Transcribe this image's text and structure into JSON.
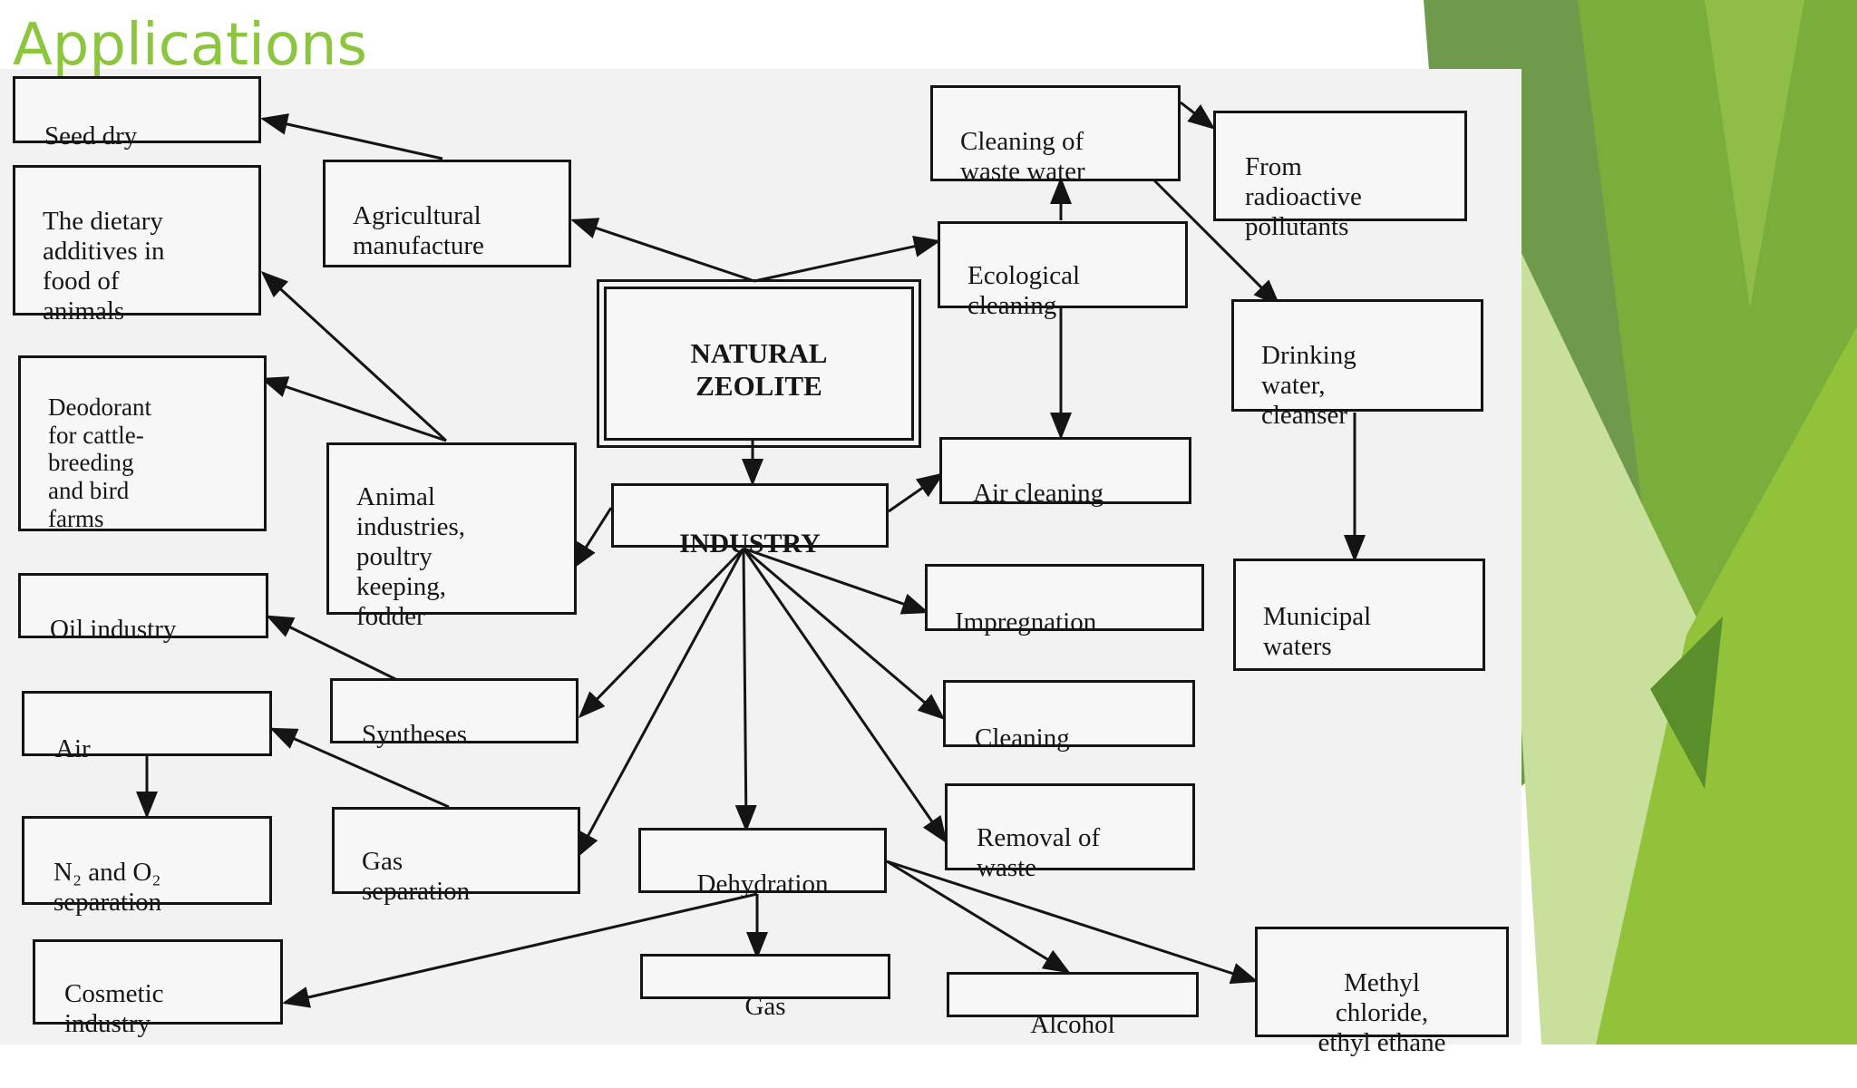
{
  "slide": {
    "title": "Applications"
  },
  "colors": {
    "title": "#8cc63e",
    "accent_dark": "#6f9a4c",
    "accent_light": "#92c23a",
    "panel": "#f3f2f3",
    "ink": "#141414"
  },
  "diagram": {
    "root": "NATURAL\nZEOLITE",
    "industry": "INDUSTRY",
    "agricultural": "Agricultural\nmanufacture",
    "seed_dry": "Seed dry",
    "dietary": "The dietary\nadditives in\nfood of\nanimals",
    "deodorant": "Deodorant\nfor cattle-\nbreeding\nand bird\nfarms",
    "animal": "Animal\nindustries,\npoultry\nkeeping,\nfodder",
    "oil": "Oil industry",
    "syntheses": "Syntheses",
    "air": "Air",
    "n2o2": "N₂ and O₂\nseparation",
    "gas_sep": "Gas\nseparation",
    "cosmetic": "Cosmetic\nindustry",
    "dehydration": "Dehydration",
    "gas": "Gas",
    "alcohol": "Alcohol",
    "methyl": "Methyl\nchloride,\nethyl ethane",
    "removal": "Removal of\nwaste",
    "cleaning": "Cleaning",
    "impregnation": "Impregnation",
    "air_cleaning": "Air cleaning",
    "ecological": "Ecological\ncleaning",
    "waste_water": "Cleaning of\nwaste water",
    "radioactive": "From\nradioactive\npollutants",
    "drinking": "Drinking\nwater,\ncleanser",
    "municipal": "Municipal\nwaters"
  }
}
